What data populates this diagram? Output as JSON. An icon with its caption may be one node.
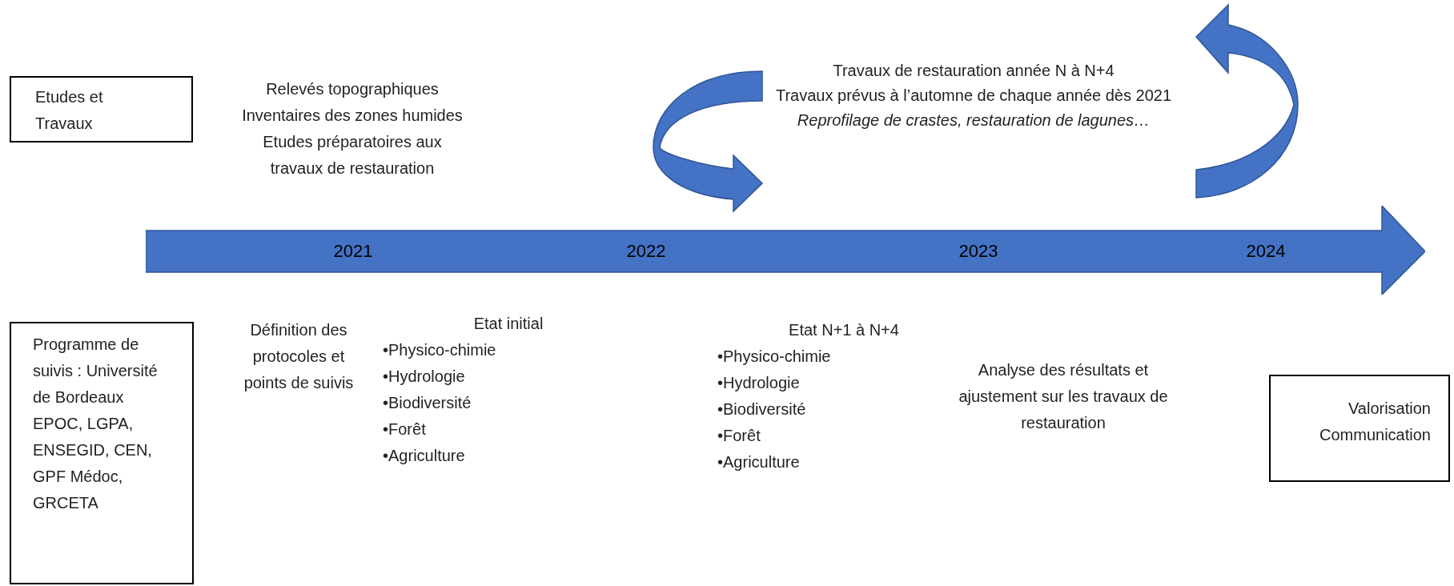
{
  "diagram": {
    "nodes": [
      {
        "text": [
          "Etudes et Travaux"
        ]
      },
      {
        "text": [
          "2021",
          "2022",
          "2023",
          "2024"
        ]
      },
      {
        "text": [
          "Programme de suivis : Université de Bordeaux EPOC, LGPA, ENSEGID, CEN, GPF Médoc, GRCETA"
        ]
      },
      {
        "text": [
          "Valorisation Communication"
        ]
      }
    ],
    "labels": [
      "Relevés topographiques",
      "Inventaires des zones humides",
      "Etudes préparatoires aux travaux de restauration",
      "Travaux de restauration année N à N+4",
      "Travaux prévus à l’automne de chaque année dès 2021",
      "Reprofilage de crastes, restauration de lagunes…",
      "Définition des protocoles et points de suivis",
      "Etat initial",
      "•Physico-chimie",
      "•Hydrologie",
      "•Biodiversité",
      "•Forêt",
      "•Agriculture",
      "Etat N+1 à N+4",
      "•Physico-chimie",
      "•Hydrologie",
      "•Biodiversité",
      "•Forêt",
      "•Agriculture",
      "Analyse des résultats et ajustement sur les travaux de restauration"
    ]
  }
}
